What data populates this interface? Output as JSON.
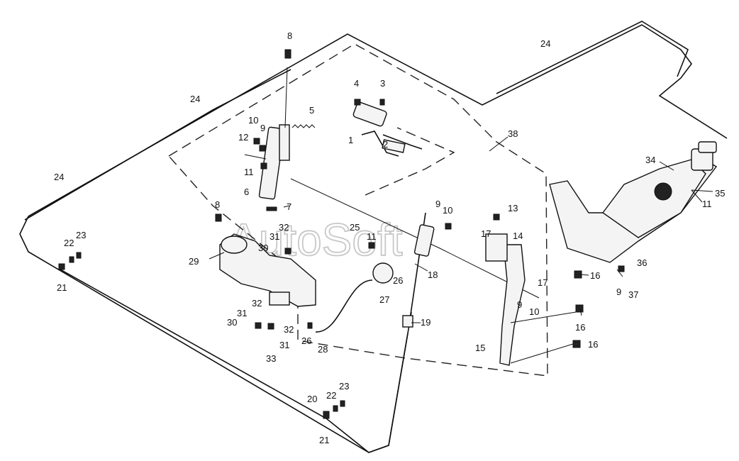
{
  "watermark": "AutoSoft",
  "callouts": [
    {
      "id": "c8a",
      "text": "8"
    },
    {
      "id": "c5",
      "text": "5"
    },
    {
      "id": "c4",
      "text": "4"
    },
    {
      "id": "c3",
      "text": "3"
    },
    {
      "id": "c24a",
      "text": "24"
    },
    {
      "id": "c24b",
      "text": "24"
    },
    {
      "id": "c24c",
      "text": "24"
    },
    {
      "id": "c10a",
      "text": "10"
    },
    {
      "id": "c9a",
      "text": "9"
    },
    {
      "id": "c12",
      "text": "12"
    },
    {
      "id": "c1",
      "text": "1"
    },
    {
      "id": "c2",
      "text": "2"
    },
    {
      "id": "c38",
      "text": "38"
    },
    {
      "id": "c11a",
      "text": "11"
    },
    {
      "id": "c6",
      "text": "6"
    },
    {
      "id": "c34",
      "text": "34"
    },
    {
      "id": "c35",
      "text": "35"
    },
    {
      "id": "c11b",
      "text": "11"
    },
    {
      "id": "c7",
      "text": "7"
    },
    {
      "id": "c8b",
      "text": "8"
    },
    {
      "id": "c9b",
      "text": "9"
    },
    {
      "id": "c10b",
      "text": "10"
    },
    {
      "id": "c13",
      "text": "13"
    },
    {
      "id": "c32a",
      "text": "32"
    },
    {
      "id": "c25",
      "text": "25"
    },
    {
      "id": "c11c",
      "text": "11"
    },
    {
      "id": "c17a",
      "text": "17"
    },
    {
      "id": "c14",
      "text": "14"
    },
    {
      "id": "c23a",
      "text": "23"
    },
    {
      "id": "c22a",
      "text": "22"
    },
    {
      "id": "c31a",
      "text": "31"
    },
    {
      "id": "c30a",
      "text": "30"
    },
    {
      "id": "c36",
      "text": "36"
    },
    {
      "id": "c29",
      "text": "29"
    },
    {
      "id": "c18",
      "text": "18"
    },
    {
      "id": "c16a",
      "text": "16"
    },
    {
      "id": "c21a",
      "text": "21"
    },
    {
      "id": "c26a",
      "text": "26"
    },
    {
      "id": "c17b",
      "text": "17"
    },
    {
      "id": "c9c",
      "text": "9"
    },
    {
      "id": "c37",
      "text": "37"
    },
    {
      "id": "c27",
      "text": "27"
    },
    {
      "id": "c32b",
      "text": "32"
    },
    {
      "id": "c9d",
      "text": "9"
    },
    {
      "id": "c10c",
      "text": "10"
    },
    {
      "id": "c31b",
      "text": "31"
    },
    {
      "id": "c30b",
      "text": "30"
    },
    {
      "id": "c32c",
      "text": "32"
    },
    {
      "id": "c19",
      "text": "19"
    },
    {
      "id": "c16b",
      "text": "16"
    },
    {
      "id": "c26b",
      "text": "26"
    },
    {
      "id": "c31c",
      "text": "31"
    },
    {
      "id": "c28",
      "text": "28"
    },
    {
      "id": "c16c",
      "text": "16"
    },
    {
      "id": "c15",
      "text": "15"
    },
    {
      "id": "c33",
      "text": "33"
    },
    {
      "id": "c20",
      "text": "20"
    },
    {
      "id": "c23b",
      "text": "23"
    },
    {
      "id": "c22b",
      "text": "22"
    },
    {
      "id": "c21b",
      "text": "21"
    }
  ]
}
